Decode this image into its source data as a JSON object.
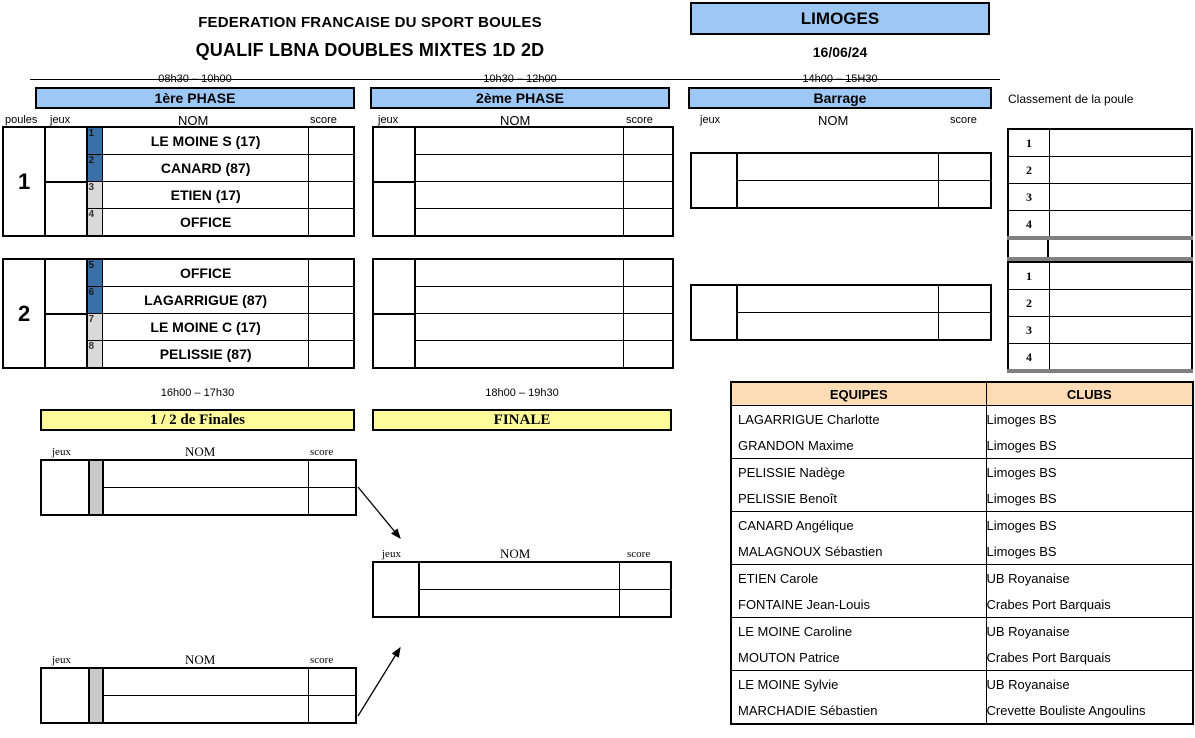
{
  "header": {
    "federation": "FEDERATION FRANCAISE DU SPORT BOULES",
    "competition": "QUALIF LBNA DOUBLES MIXTES 1D 2D",
    "city": "LIMOGES",
    "date": "16/06/24"
  },
  "phases": [
    {
      "time": "08h30 – 10h00",
      "name": "1ère PHASE"
    },
    {
      "time": "10h30 – 12h00",
      "name": "2ème PHASE"
    },
    {
      "time": "14h00 – 15H30",
      "name": "Barrage"
    }
  ],
  "finals": [
    {
      "time": "16h00 – 17h30",
      "name": "1 / 2 de Finales"
    },
    {
      "time": "18h00 – 19h30",
      "name": "FINALE"
    }
  ],
  "columns": {
    "poules": "poules",
    "jeux": "jeux",
    "nom": "NOM",
    "score": "score"
  },
  "classement": {
    "title": "Classement de la poule",
    "ranks": [
      "1",
      "2",
      "3",
      "4"
    ]
  },
  "poules": [
    {
      "number": "1",
      "rows": [
        {
          "num": "1",
          "num_style": "blue",
          "name": "LE MOINE S (17)"
        },
        {
          "num": "2",
          "num_style": "blue",
          "name": "CANARD (87)"
        },
        {
          "num": "3",
          "num_style": "gray",
          "name": "ETIEN (17)"
        },
        {
          "num": "4",
          "num_style": "gray",
          "name": "OFFICE"
        }
      ]
    },
    {
      "number": "2",
      "rows": [
        {
          "num": "5",
          "num_style": "blue",
          "name": "OFFICE"
        },
        {
          "num": "6",
          "num_style": "blue",
          "name": "LAGARRIGUE (87)"
        },
        {
          "num": "7",
          "num_style": "gray",
          "name": "LE MOINE C (17)"
        },
        {
          "num": "8",
          "num_style": "gray",
          "name": "PELISSIE (87)"
        }
      ]
    }
  ],
  "equipes": {
    "header": {
      "equipes": "EQUIPES",
      "clubs": "CLUBS"
    },
    "rows": [
      {
        "equipe": "LAGARRIGUE Charlotte",
        "club": "Limoges BS"
      },
      {
        "equipe": "GRANDON Maxime",
        "club": "Limoges BS"
      },
      {
        "equipe": "PELISSIE Nadège",
        "club": "Limoges BS"
      },
      {
        "equipe": "PELISSIE Benoît",
        "club": "Limoges BS"
      },
      {
        "equipe": "CANARD Angélique",
        "club": "Limoges BS"
      },
      {
        "equipe": "MALAGNOUX Sébastien",
        "club": "Limoges BS"
      },
      {
        "equipe": "ETIEN Carole",
        "club": "UB Royanaise"
      },
      {
        "equipe": "FONTAINE Jean-Louis",
        "club": "Crabes Port Barquais"
      },
      {
        "equipe": "LE MOINE Caroline",
        "club": "UB Royanaise"
      },
      {
        "equipe": "MOUTON Patrice",
        "club": "Crabes Port Barquais"
      },
      {
        "equipe": "LE MOINE Sylvie",
        "club": "UB Royanaise"
      },
      {
        "equipe": "MARCHADIE Sébastien",
        "club": "Crevette Bouliste Angoulins"
      }
    ]
  },
  "colors": {
    "phase_blue": "#9DC8F5",
    "final_yellow": "#FFFB9B",
    "equipes_orange": "#FCDCB4",
    "num_blue": "#3A6FA8",
    "num_gray": "#D9D9D9"
  }
}
